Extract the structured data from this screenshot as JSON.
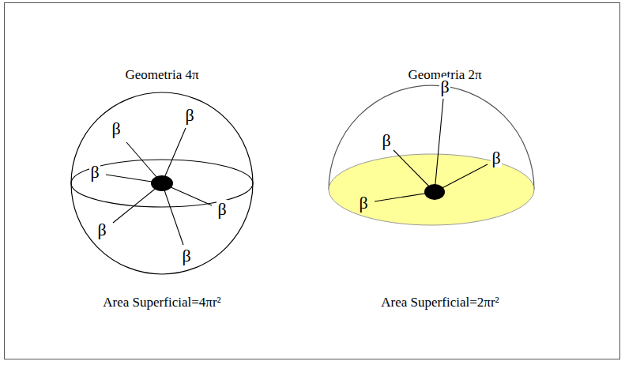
{
  "diagram": {
    "labels": [
      "Geometria 4π",
      "Geometria 2π",
      "β",
      "β",
      "β",
      "β",
      "β",
      "β",
      "β",
      "β",
      "β",
      "β",
      "Area Superficial=4πr²",
      "Area Superficial=2πr²"
    ]
  }
}
